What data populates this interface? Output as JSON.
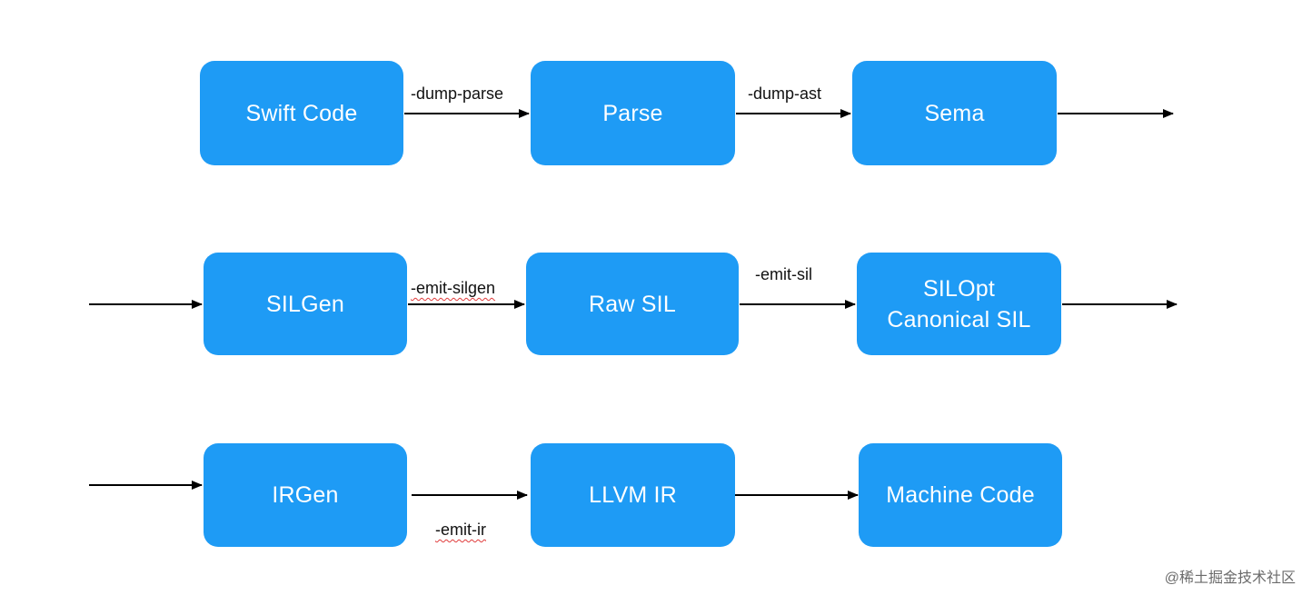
{
  "colors": {
    "box": "#1e9bf5",
    "box_text": "#ffffff",
    "arrow": "#000000",
    "label": "#111111"
  },
  "nodes": {
    "swift_code": "Swift Code",
    "parse": "Parse",
    "sema": "Sema",
    "silgen": "SILGen",
    "raw_sil": "Raw SIL",
    "silopt": "SILOpt\nCanonical SIL",
    "irgen": "IRGen",
    "llvm_ir": "LLVM IR",
    "machine_code": "Machine Code"
  },
  "edge_labels": {
    "dump_parse": "-dump-parse",
    "dump_ast": "-dump-ast",
    "emit_silgen": "-emit-silgen",
    "emit_sil": "-emit-sil",
    "emit_ir": "-emit-ir"
  },
  "watermark": "@稀土掘金技术社区"
}
